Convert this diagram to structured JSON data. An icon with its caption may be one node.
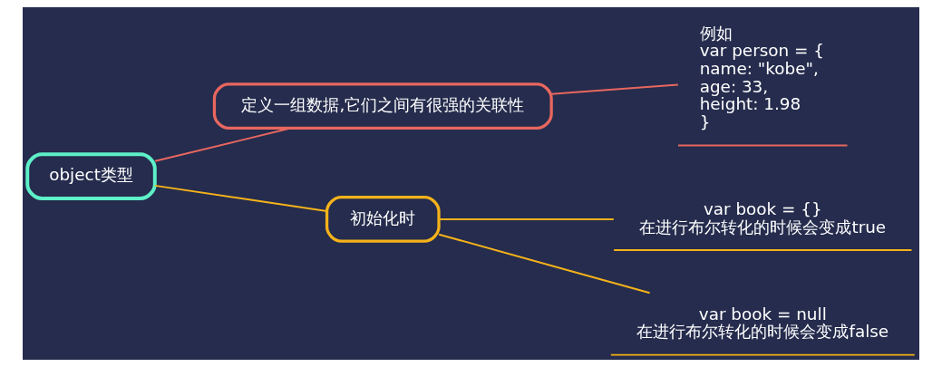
{
  "diagram": {
    "nodes": [
      {
        "text": [
          "object类型"
        ]
      },
      {
        "text": [
          "定义一组数据,它们之间有很强的关联性"
        ]
      },
      {
        "text": [
          "例如",
          "var person = {",
          "name: \"kobe\",",
          "age: 33,",
          "height: 1.98",
          "}"
        ]
      },
      {
        "text": [
          "初始化时"
        ]
      },
      {
        "text": [
          "var book = {}",
          "在进行布尔转化的时候会变成true"
        ]
      },
      {
        "text": [
          "var book = null",
          "在进行布尔转化的时候会变成false"
        ]
      }
    ],
    "edges": [
      {
        "from": 0,
        "to": 1,
        "arrow": "none",
        "color": "#e8675f"
      },
      {
        "from": 1,
        "to": 2,
        "arrow": "none",
        "color": "#e8675f"
      },
      {
        "from": 0,
        "to": 3,
        "arrow": "none"
      },
      {
        "from": 3,
        "to": 4,
        "arrow": "none"
      },
      {
        "from": 3,
        "to": 5,
        "arrow": "none"
      }
    ]
  }
}
